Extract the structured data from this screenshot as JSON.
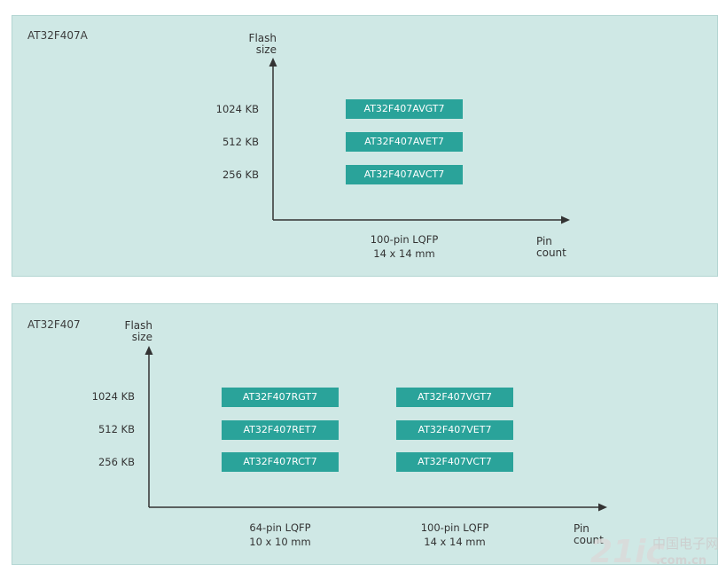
{
  "colors": {
    "panel_bg": "#cfe8e5",
    "panel_border": "#b4d6d3",
    "chip_bg": "#2aa39a",
    "axis": "#333333"
  },
  "panels": [
    {
      "title": "AT32F407A",
      "y_axis_label": [
        "Flash",
        "size"
      ],
      "x_axis_label": [
        "Pin",
        "count"
      ],
      "flash_sizes": [
        "1024 KB",
        "512 KB",
        "256 KB"
      ],
      "packages": [
        {
          "label": [
            "100-pin LQFP",
            "14 x 14 mm"
          ],
          "parts": [
            "AT32F407AVGT7",
            "AT32F407AVET7",
            "AT32F407AVCT7"
          ]
        }
      ]
    },
    {
      "title": "AT32F407",
      "y_axis_label": [
        "Flash",
        "size"
      ],
      "x_axis_label": [
        "Pin",
        "count"
      ],
      "flash_sizes": [
        "1024 KB",
        "512 KB",
        "256 KB"
      ],
      "packages": [
        {
          "label": [
            "64-pin LQFP",
            "10 x 10 mm"
          ],
          "parts": [
            "AT32F407RGT7",
            "AT32F407RET7",
            "AT32F407RCT7"
          ]
        },
        {
          "label": [
            "100-pin LQFP",
            "14 x 14 mm"
          ],
          "parts": [
            "AT32F407VGT7",
            "AT32F407VET7",
            "AT32F407VCT7"
          ]
        }
      ]
    }
  ],
  "watermark": {
    "logo_text": "21ic",
    "cn_text": "中国电子网",
    "domain": ".com.cn"
  }
}
